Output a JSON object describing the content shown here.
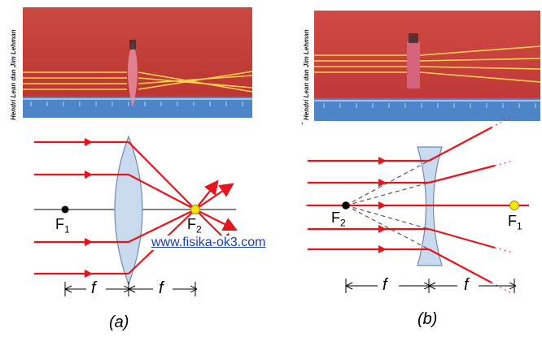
{
  "credit": "Hendri Lean dan Jim Lehman",
  "watermark": "www.fisika-ok3.com",
  "diagram_a": {
    "caption": "(a)",
    "focus_left": "F",
    "focus_left_sub": "1",
    "focus_right": "F",
    "focus_right_sub": "2",
    "focal_label": "f"
  },
  "diagram_b": {
    "caption": "(b)",
    "focus_left": "F",
    "focus_left_sub": "2",
    "focus_right": "F",
    "focus_right_sub": "1",
    "focal_label": "f"
  },
  "colors": {
    "ray": "#e8141c",
    "lens": "#c9d9ee",
    "lens_stroke": "#6e8ab0",
    "focus_point": "#f5e600",
    "photo_bg": "#c8383a"
  }
}
